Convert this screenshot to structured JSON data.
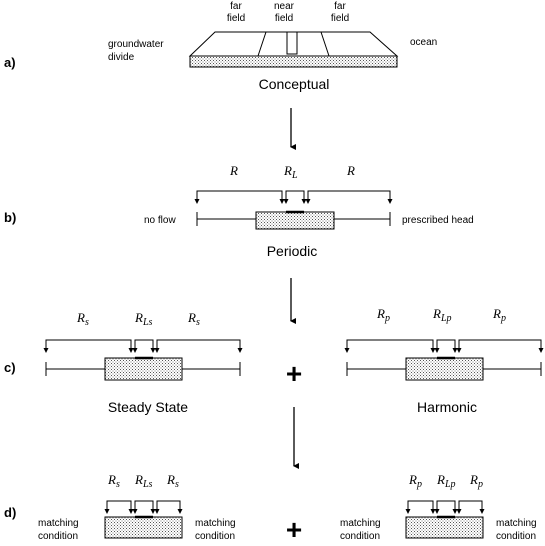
{
  "panels": {
    "a": {
      "letter": "a)",
      "caption": "Conceptual",
      "far_field_left": [
        "far",
        "field"
      ],
      "near_field": [
        "near",
        "field"
      ],
      "far_field_right": [
        "far",
        "field"
      ],
      "left_label": [
        "groundwater",
        "divide"
      ],
      "right_label": "ocean"
    },
    "b": {
      "letter": "b)",
      "caption": "Periodic",
      "R_left": "R",
      "R_L": "R",
      "R_L_sub": "L",
      "R_right": "R",
      "left_label": "no flow",
      "right_label": "prescribed head"
    },
    "c": {
      "letter": "c)",
      "steady": {
        "caption": "Steady State",
        "r": "R",
        "sub": "s",
        "rl_sub": "Ls"
      },
      "harmonic": {
        "caption": "Harmonic",
        "r": "R",
        "sub": "p",
        "rl_sub": "Lp"
      },
      "plus": "+"
    },
    "d": {
      "letter": "d)",
      "plus": "+",
      "steady": {
        "r": "R",
        "sub": "s",
        "rl_sub": "Ls"
      },
      "harmonic": {
        "r": "R",
        "sub": "p",
        "rl_sub": "Lp"
      },
      "matching": [
        "matching",
        "condition"
      ]
    }
  }
}
